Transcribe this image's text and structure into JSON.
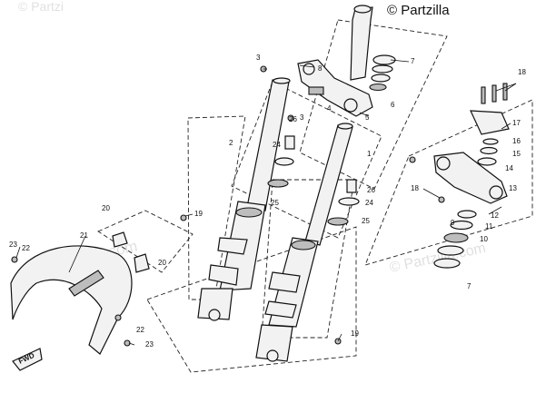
{
  "watermark": {
    "top_right": "© Partzilla",
    "top_left": "© Partzi",
    "mid_left": "© Partzilla.com",
    "mid_right": "© Partzilla.com"
  },
  "diagram": {
    "callouts": [
      "1",
      "2",
      "3",
      "3",
      "4",
      "5",
      "6",
      "7",
      "7",
      "8",
      "9",
      "10",
      "11",
      "12",
      "13",
      "14",
      "15",
      "16",
      "17",
      "18",
      "18",
      "19",
      "19",
      "20",
      "20",
      "21",
      "22",
      "22",
      "23",
      "23",
      "24",
      "24",
      "25",
      "25",
      "26",
      "26"
    ],
    "arrow_label": "FWD"
  }
}
